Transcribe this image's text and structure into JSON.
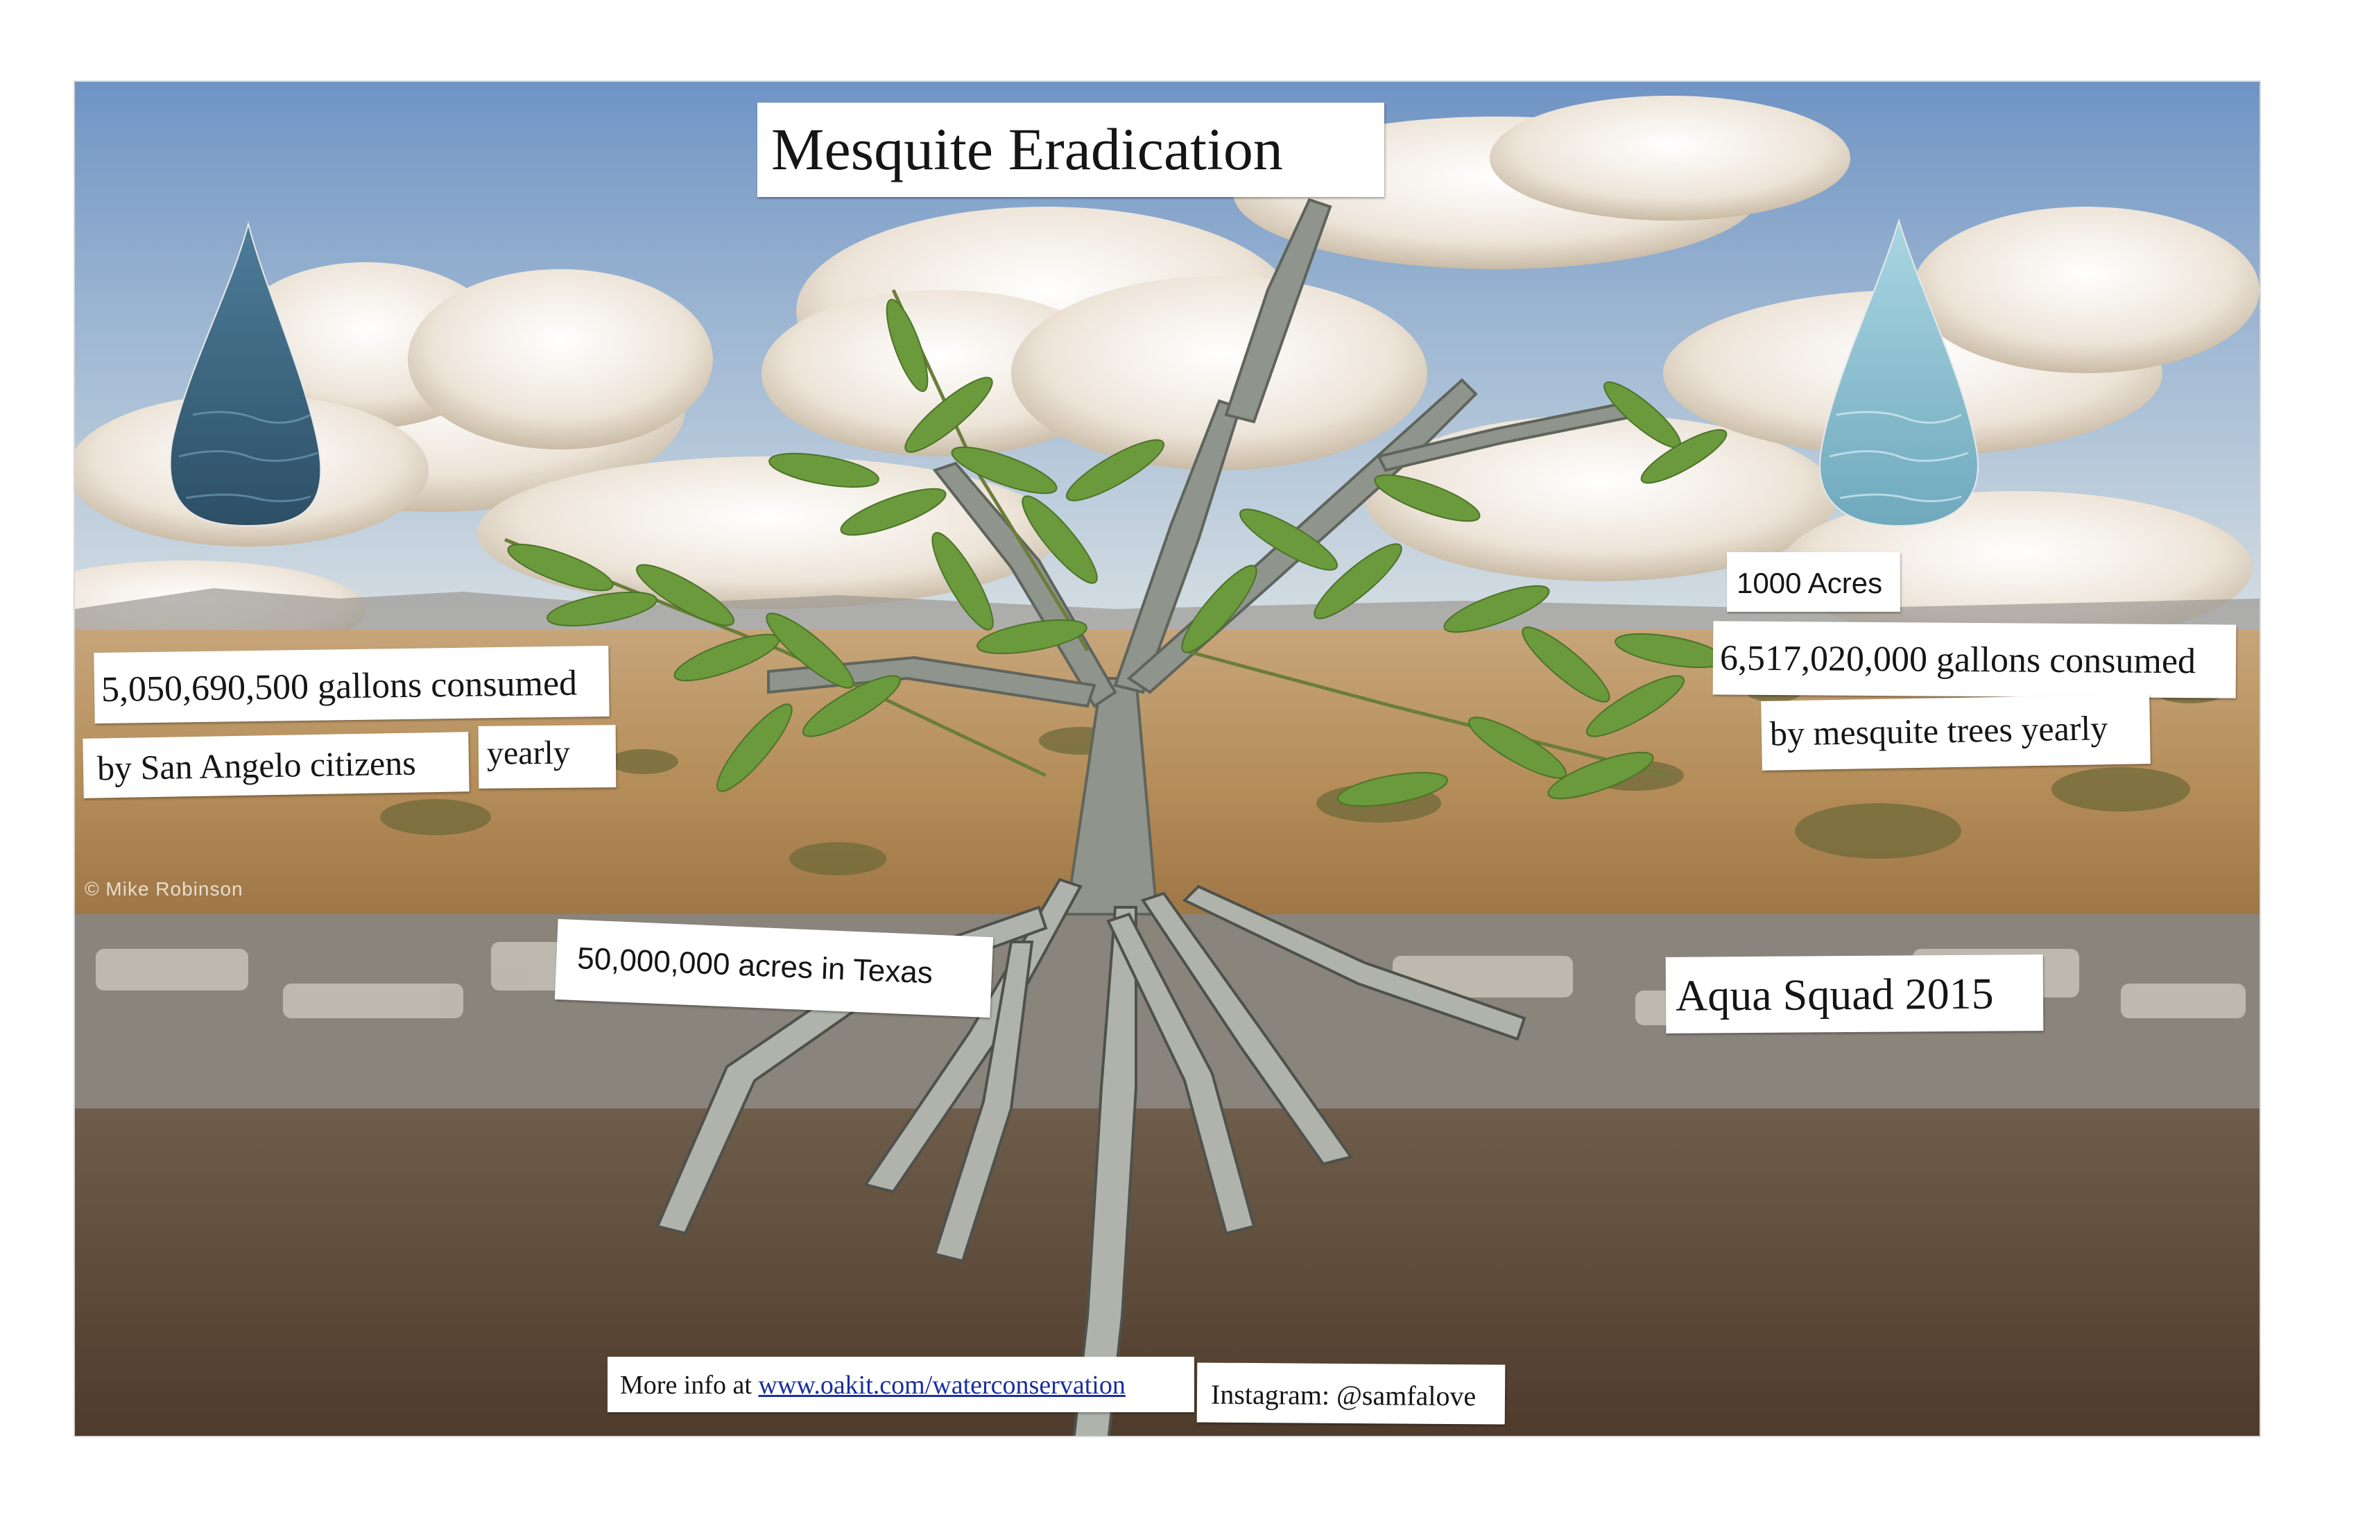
{
  "poster": {
    "title": "Mesquite Eradication",
    "left_stat": {
      "line1": "5,050,690,500 gallons consumed",
      "line2": "by San Angelo citizens",
      "line3": "yearly"
    },
    "right_stat": {
      "acres": "1000 Acres",
      "line1": "6,517,020,000 gallons consumed",
      "line2": "by mesquite trees yearly"
    },
    "texas_acres": "50,000,000 acres in Texas",
    "team": "Aqua Squad 2015",
    "footer": {
      "more_info_prefix": "More info at ",
      "more_info_link": "www.oakit.com/waterconservation",
      "instagram": "Instagram: @samfalove"
    },
    "photo_credit": "© Mike Robinson"
  },
  "colors": {
    "sky_top": "#6f94c4",
    "sky_bottom": "#c8d6e2",
    "desert": "#b58e5a",
    "soil": "#5e4a38",
    "crust": "#8a857c",
    "leaf": "#6a9a3c",
    "bark": "#8f958c",
    "water_left": "#3f6a86",
    "water_right": "#8fc6d6"
  }
}
